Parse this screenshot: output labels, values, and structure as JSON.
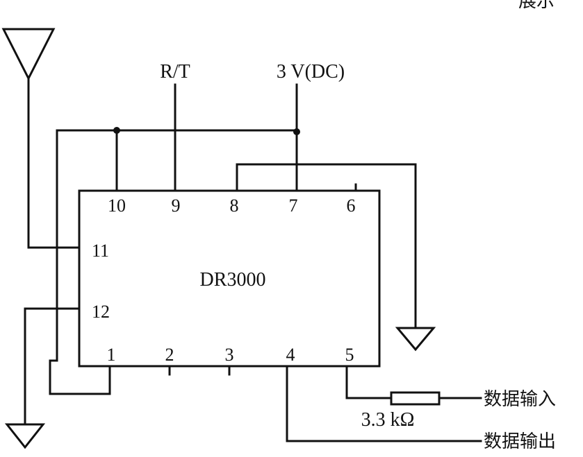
{
  "chip": {
    "name": "DR3000",
    "pins": {
      "p1": "1",
      "p2": "2",
      "p3": "3",
      "p4": "4",
      "p5": "5",
      "p6": "6",
      "p7": "7",
      "p8": "8",
      "p9": "9",
      "p10": "10",
      "p11": "11",
      "p12": "12"
    }
  },
  "labels": {
    "rt": "R/T",
    "supply": "3 V(DC)",
    "resistor": "3.3 kΩ",
    "data_in": "数据输入",
    "data_out": "数据输出",
    "corner": "展示"
  },
  "colors": {
    "ink": "#111111",
    "background": "#ffffff"
  }
}
